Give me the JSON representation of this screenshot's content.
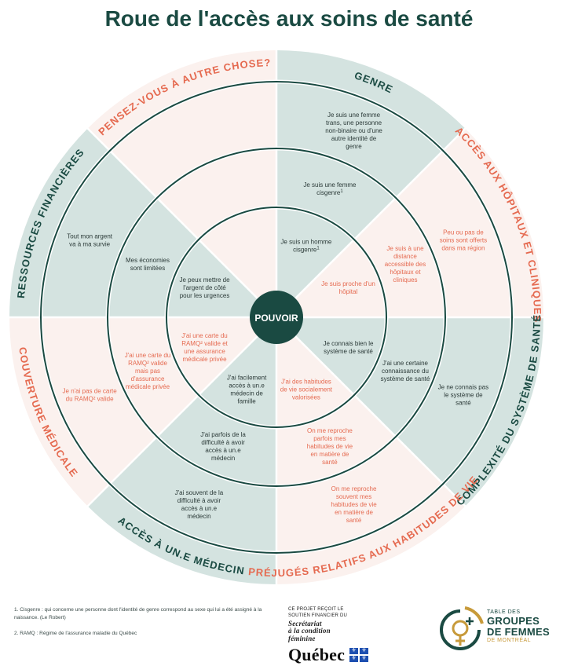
{
  "title": "Roue de l'accès aux soins de santé",
  "colors": {
    "teal_light": "#d4e3e0",
    "cream": "#fbf1ee",
    "dark_green": "#1a4a42",
    "coral": "#e56a50",
    "text_dark": "#2b3a38",
    "gold": "#c79a3a"
  },
  "center_label": "POUVOIR",
  "sectors": [
    {
      "label": "GENRE",
      "label_color": "dark",
      "texts": [
        {
          "lines": [
            "Je suis un homme",
            "cisgenre"
          ],
          "sup": "1",
          "color": "dark"
        },
        {
          "lines": [
            "Je suis une femme",
            "cisgenre"
          ],
          "sup": "1",
          "color": "dark"
        },
        {
          "lines": [
            "Je suis une femme",
            "trans, une personne",
            "non-binaire ou d'une",
            "autre identité de",
            "genre"
          ],
          "color": "dark"
        }
      ]
    },
    {
      "label": "ACCÈS AUX HÔPITAUX ET CLINIQUES",
      "label_color": "coral",
      "texts": [
        {
          "lines": [
            "Je suis proche d'un",
            "hôpital"
          ],
          "color": "coral"
        },
        {
          "lines": [
            "Je suis à une",
            "distance",
            "accessible des",
            "hôpitaux et",
            "cliniques"
          ],
          "color": "coral"
        },
        {
          "lines": [
            "Peu ou pas de",
            "soins sont offerts",
            "dans ma région"
          ],
          "color": "coral"
        }
      ]
    },
    {
      "label": "COMPLEXITÉ DU SYSTÈME DE SANTÉ",
      "label_color": "dark",
      "texts": [
        {
          "lines": [
            "Je connais bien le",
            "système de santé"
          ],
          "color": "dark"
        },
        {
          "lines": [
            "J'ai une certaine",
            "connaissance du",
            "système de santé"
          ],
          "color": "dark"
        },
        {
          "lines": [
            "Je ne connais pas",
            "le système de",
            "santé"
          ],
          "color": "dark"
        }
      ]
    },
    {
      "label": "PRÉJUGÉS RELATIFS AUX HABITUDES DE VIE",
      "label_color": "coral",
      "texts": [
        {
          "lines": [
            "J'ai des habitudes",
            "de vie socialement",
            "valorisées"
          ],
          "color": "coral"
        },
        {
          "lines": [
            "On me reproche",
            "parfois mes",
            "habitudes de vie",
            "en matière de",
            "santé"
          ],
          "color": "coral"
        },
        {
          "lines": [
            "On me reproche",
            "souvent mes",
            "habitudes de vie",
            "en matière de",
            "santé"
          ],
          "color": "coral"
        }
      ]
    },
    {
      "label": "ACCÈS À UN.E MÉDECIN",
      "label_color": "dark",
      "texts": [
        {
          "lines": [
            "J'ai facilement",
            "accès à un.e",
            "médecin de",
            "famille"
          ],
          "color": "dark"
        },
        {
          "lines": [
            "J'ai parfois de la",
            "difficulté à avoir",
            "accès à un.e",
            "médecin"
          ],
          "color": "dark"
        },
        {
          "lines": [
            "J'ai souvent de la",
            "difficulté à avoir",
            "accès à un.e",
            "médecin"
          ],
          "color": "dark"
        }
      ]
    },
    {
      "label": "COUVERTURE MÉDICALE",
      "label_color": "coral",
      "texts": [
        {
          "lines": [
            "J'ai une carte du",
            "RAMQ² valide et",
            "une assurance",
            "médicale privée"
          ],
          "color": "coral"
        },
        {
          "lines": [
            "J'ai une carte du",
            "RAMQ² valide",
            "mais pas",
            "d'assurance",
            "médicale privée"
          ],
          "color": "coral"
        },
        {
          "lines": [
            "Je n'ai pas de carte",
            "du RAMQ² valide"
          ],
          "color": "coral"
        }
      ]
    },
    {
      "label": "RESSOURCES FINANCIÈRES",
      "label_color": "dark",
      "texts": [
        {
          "lines": [
            "Je peux mettre de",
            "l'argent de côté",
            "pour les urgences"
          ],
          "color": "dark"
        },
        {
          "lines": [
            "Mes économies",
            "sont limitées"
          ],
          "color": "dark"
        },
        {
          "lines": [
            "Tout mon argent",
            "va à ma survie"
          ],
          "color": "dark"
        }
      ]
    },
    {
      "label": "PENSEZ-VOUS À AUTRE CHOSE?",
      "label_color": "coral",
      "texts": [
        {
          "lines": [],
          "color": "dark"
        },
        {
          "lines": [],
          "color": "dark"
        },
        {
          "lines": [],
          "color": "dark"
        }
      ]
    }
  ],
  "footnotes": {
    "note1_num": "1.",
    "note1_term": "Cisgenre",
    "note1_text": " : qui concerne une personne dont l'identité de genre correspond au sexe qui lui a été assigné à la naissance. (Le Robert)",
    "note2_num": "2.",
    "note2_term": "RAMQ",
    "note2_text": " : Régime de l'assurance maladie du Québec"
  },
  "sponsor": {
    "line1": "CE PROJET REÇOIT LE",
    "line2": "SOUTIEN FINANCIER DU",
    "secretariat": [
      "Secrétariat",
      "à la condition",
      "féminine"
    ],
    "quebec": "Québec"
  },
  "tgf": {
    "line1": "TABLE DES",
    "line2": "GROUPES",
    "line3": "DE FEMMES",
    "line4": "DE MONTRÉAL"
  }
}
